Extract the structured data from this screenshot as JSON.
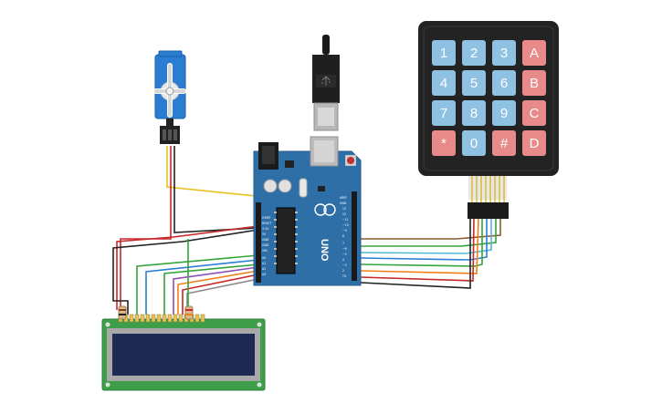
{
  "keypad": {
    "rows": [
      [
        "1",
        "2",
        "3",
        "A"
      ],
      [
        "4",
        "5",
        "6",
        "B"
      ],
      [
        "7",
        "8",
        "9",
        "C"
      ],
      [
        "*",
        "0",
        "#",
        "D"
      ]
    ],
    "colors": {
      "digit": "#8fc1e3",
      "letter": "#e88a8a",
      "body": "#232323"
    }
  },
  "arduino": {
    "brand_label": "UNO",
    "board_color": "#2f6fa8"
  },
  "usb": {
    "icon": "usb-icon"
  },
  "servo": {
    "color": "#2a7ed2"
  },
  "lcd": {
    "screen_color": "#1d2a52",
    "pcb_color": "#3f9e49"
  },
  "wire_colors": {
    "red": "#c62828",
    "black": "#222222",
    "yellow": "#e8c21a",
    "green": "#33a33a",
    "blue": "#2b7fd3",
    "orange": "#f07f16",
    "gray": "#8a8a8a",
    "brown": "#8b5a2b",
    "cyan": "#4fb8d8",
    "purple": "#8d4fb1"
  }
}
